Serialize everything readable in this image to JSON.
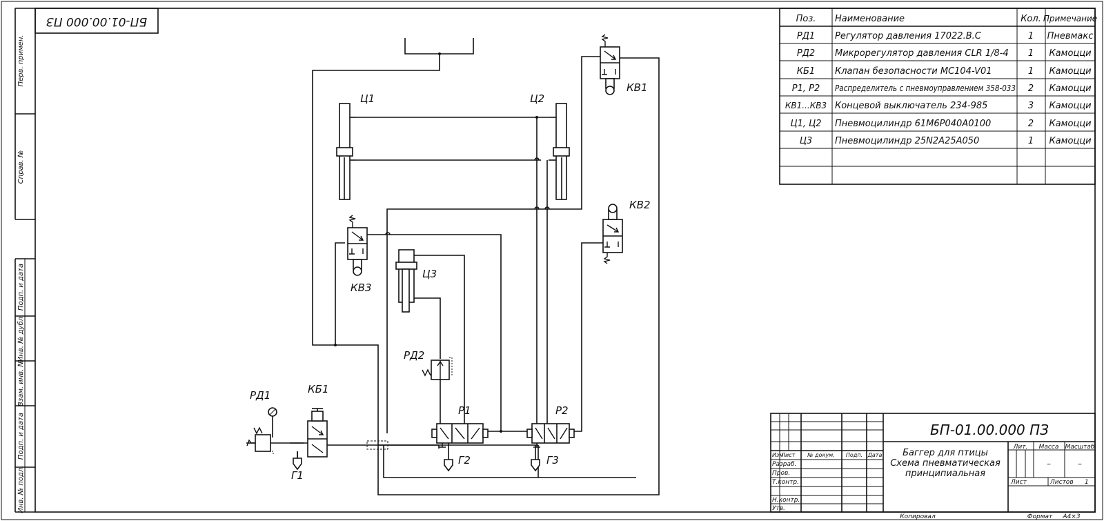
{
  "doc_code": "БП-01.00.000 ПЗ",
  "side_labels": [
    "Перв. примен.",
    "Справ. №",
    "Подп. и дата",
    "Инв. № дубл.",
    "Взам. инв. №",
    "Подп. и дата",
    "Инв. № подл."
  ],
  "components": {
    "c1": "Ц1",
    "c2": "Ц2",
    "c3": "Ц3",
    "kv1": "КВ1",
    "kv2": "КВ2",
    "kv3": "КВ3",
    "rd1": "РД1",
    "rd2": "РД2",
    "kb1": "КБ1",
    "p1": "Р1",
    "p2": "Р2",
    "g1": "Г1",
    "g2": "Г2",
    "g3": "Г3"
  },
  "spec_table": {
    "headers": [
      "Поз.",
      "Наименование",
      "Кол.",
      "Примечание"
    ],
    "rows": [
      [
        "РД1",
        "Регулятор давления 17022.В.С",
        "1",
        "Пневмакс"
      ],
      [
        "РД2",
        "Микрорегулятор давления CLR 1/8-4",
        "1",
        "Камоцци"
      ],
      [
        "КБ1",
        "Клапан безопасности MC104-V01",
        "1",
        "Камоцци"
      ],
      [
        "Р1, Р2",
        "Распределитель с пневмоуправлением 358-033",
        "2",
        "Камоцци"
      ],
      [
        "КВ1...КВ3",
        "Концевой выключатель 234-985",
        "3",
        "Камоцци"
      ],
      [
        "Ц1, Ц2",
        "Пневмоцилиндр 61М6Р040А0100",
        "2",
        "Камоцци"
      ],
      [
        "Ц3",
        "Пневмоцилиндр 25N2A25A050",
        "1",
        "Камоцци"
      ]
    ]
  },
  "title_block": {
    "designation": "БП-01.00.000 ПЗ",
    "name_lines": [
      "Баггер для птицы",
      "Схема пневматическая",
      "принципиальная"
    ],
    "col_headers": [
      "Изм",
      "Лист",
      "№ докум.",
      "Подп.",
      "Дата"
    ],
    "row_labels": [
      "Разраб.",
      "Пров.",
      "Т.контр.",
      "Н.контр.",
      "Утв."
    ],
    "lit": "Лит.",
    "mass": "Масса",
    "scale": "Масштаб",
    "mass_value": "–",
    "scale_value": "–",
    "sheet": "Лист",
    "sheets": "Листов",
    "sheets_value": "1",
    "copied": "Копировал",
    "format_label": "Формат",
    "format_value": "А4×3"
  }
}
